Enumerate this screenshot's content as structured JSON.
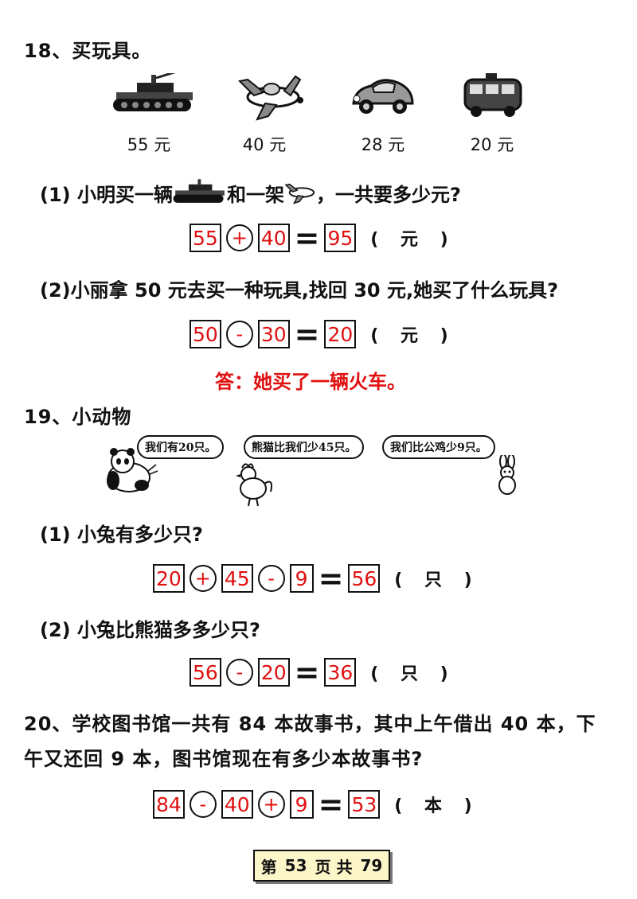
{
  "q18": {
    "title": "18、买玩具。",
    "toys": [
      {
        "icon": "tank-icon",
        "price": "55 元"
      },
      {
        "icon": "airplane-icon",
        "price": "40 元"
      },
      {
        "icon": "car-icon",
        "price": "28 元"
      },
      {
        "icon": "bus-icon",
        "price": "20 元"
      }
    ],
    "p1": {
      "pre": "(1) 小明买一辆",
      "mid": "和一架",
      "post": "，一共要多少元?"
    },
    "eq1": {
      "a": "55",
      "op": "+",
      "b": "40",
      "eq": "=",
      "r": "95",
      "unit": "( 元 )"
    },
    "p2": "(2)小丽拿 50 元去买一种玩具,找回 30 元,她买了什么玩具?",
    "eq2": {
      "a": "50",
      "op": "-",
      "b": "30",
      "eq": "=",
      "r": "20",
      "unit": "( 元 )"
    },
    "answer": "答：她买了一辆火车。"
  },
  "q19": {
    "title": "19、小动物",
    "bubbles": [
      "我们有20只。",
      "熊猫比我们少45只。",
      "我们比公鸡少9只。"
    ],
    "p1": "(1) 小兔有多少只?",
    "eq1": {
      "a": "20",
      "op1": "+",
      "b": "45",
      "op2": "-",
      "c": "9",
      "eq": "=",
      "r": "56",
      "unit": "( 只 )"
    },
    "p2": "(2) 小兔比熊猫多多少只?",
    "eq2": {
      "a": "56",
      "op": "-",
      "b": "20",
      "eq": "=",
      "r": "36",
      "unit": "( 只 )"
    }
  },
  "q20": {
    "line1": "20、学校图书馆一共有 84 本故事书，其中上午借出 40 本，下",
    "line2": "午又还回 9 本，图书馆现在有多少本故事书?",
    "eq": {
      "a": "84",
      "op1": "-",
      "b": "40",
      "op2": "+",
      "c": "9",
      "eq": "=",
      "r": "53",
      "unit": "( 本 )"
    }
  },
  "footer": {
    "pre": "第",
    "page": "53",
    "mid": "页 共",
    "total": "79"
  }
}
